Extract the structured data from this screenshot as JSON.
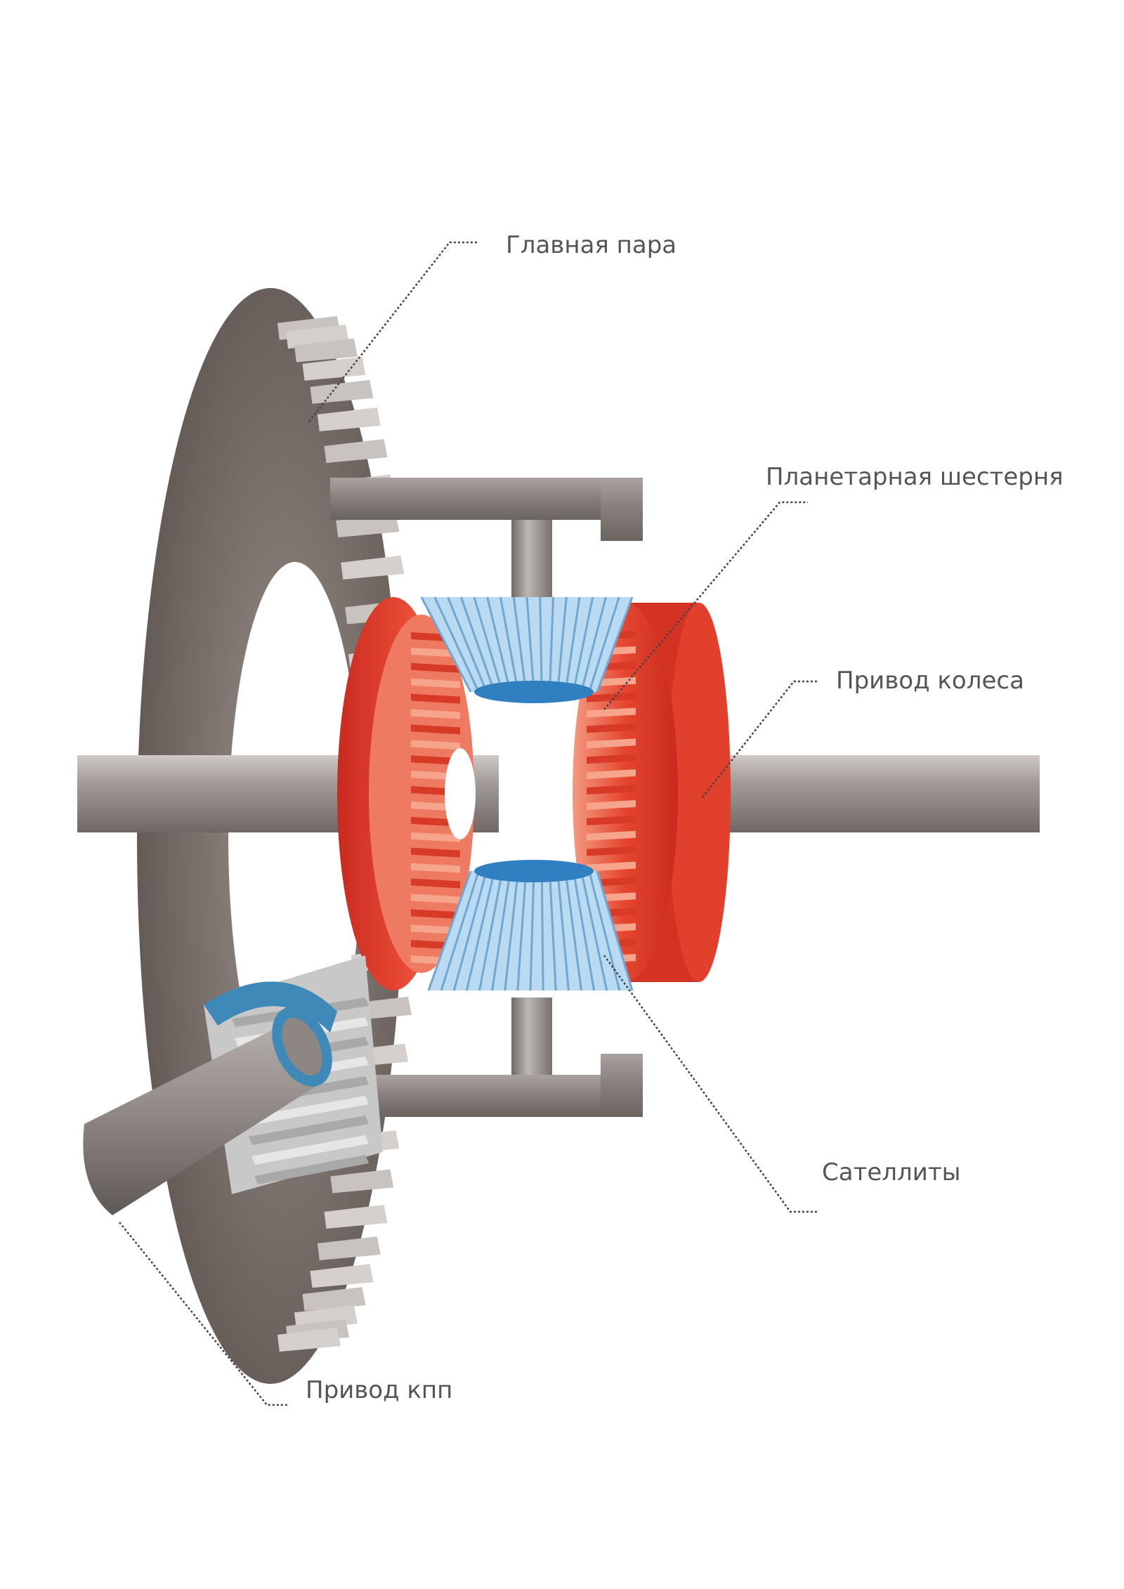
{
  "diagram": {
    "labels": {
      "main_pair": "Главная пара",
      "planet_gear": "Планетарная шестерня",
      "wheel_drive": "Привод колеса",
      "satellites": "Сателлиты",
      "gearbox_drive": "Привод кпп"
    },
    "colors": {
      "ring_gear": "#7d726c",
      "ring_gear_dark": "#5e5550",
      "carrier": "#8a837f",
      "shaft": "#918a86",
      "side_gear": "#e03a2a",
      "side_gear_light": "#f08a72",
      "satellite": "#b9daf0",
      "satellite_line": "#6fa7d2",
      "satellite_hub": "#2f7fc1",
      "pinion_ring": "#3f89b8",
      "leader_line": "#444444",
      "label_text": "#555555"
    }
  }
}
